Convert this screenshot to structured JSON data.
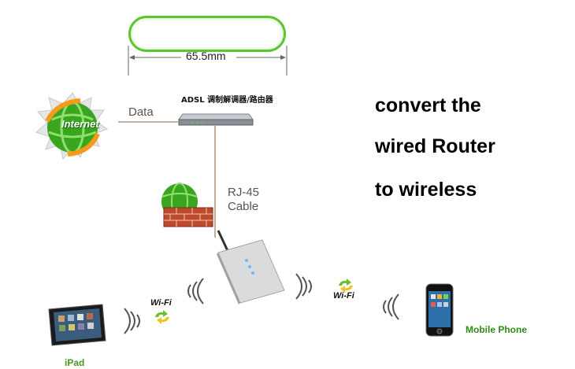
{
  "dimension": {
    "label": "65.5mm"
  },
  "modem": {
    "label": "ADSL 调制解调器/路由器"
  },
  "internet": {
    "label": "Internet"
  },
  "links": {
    "data_label": "Data",
    "cable_label_line1": "RJ-45",
    "cable_label_line2": "Cable"
  },
  "wifi": {
    "left_label": "Wi-Fi",
    "right_label": "Wi-Fi"
  },
  "devices": {
    "ipad_label": "iPad",
    "phone_label": "Mobile Phone"
  },
  "headline": {
    "line1": "convert the",
    "line2": "wired Router",
    "line3": "to wireless"
  },
  "colors": {
    "accent_green": "#5cc72c",
    "icon_green": "#3aa51e",
    "line_brown": "#a0826d"
  }
}
